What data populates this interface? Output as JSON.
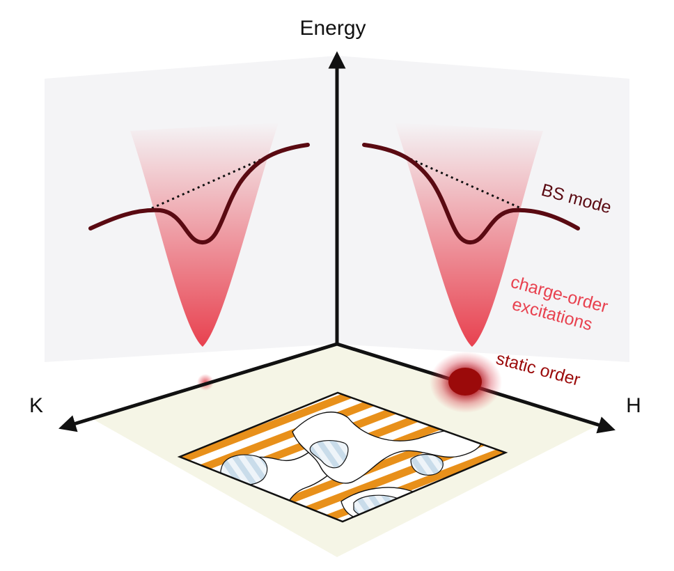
{
  "axes": {
    "energy": "Energy",
    "k": "K",
    "h": "H"
  },
  "annotations": {
    "bs_mode": "BS mode",
    "charge_order_line1": "charge-order",
    "charge_order_line2": "excitations",
    "static_order": "static order"
  },
  "colors": {
    "bs_mode": "#5a0a12",
    "charge_order": "#e8414f",
    "static_order": "#9b0a0a",
    "stripe": "#e8901a",
    "minor_domain": "#c9dcea",
    "floor": "#f5f5e6",
    "wall": "#f4f4f6",
    "axis": "#111111"
  }
}
